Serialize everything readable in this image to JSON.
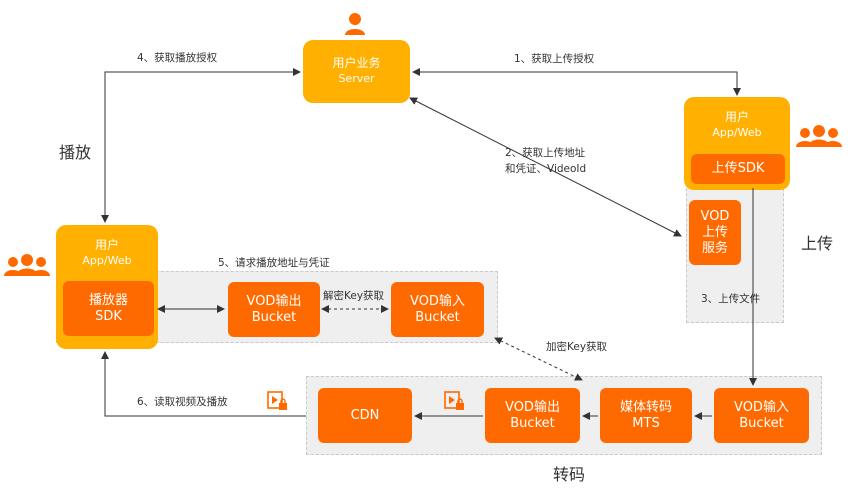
{
  "server": {
    "line1": "用户业务",
    "line2": "Server"
  },
  "client_upload": {
    "line1": "用户",
    "line2": "App/Web",
    "sdk": "上传SDK",
    "service_l1": "VOD",
    "service_l2": "上传",
    "service_l3": "服务"
  },
  "client_play": {
    "line1": "用户",
    "line2": "App/Web",
    "player_l1": "播放器",
    "player_l2": "SDK"
  },
  "play_boxes": {
    "vod_out": {
      "l1": "VOD输出",
      "l2": "Bucket"
    },
    "vod_in": {
      "l1": "VOD输入",
      "l2": "Bucket"
    }
  },
  "transcode_boxes": {
    "cdn": {
      "l1": "CDN"
    },
    "vod_out": {
      "l1": "VOD输出",
      "l2": "Bucket"
    },
    "mts": {
      "l1": "媒体转码",
      "l2": "MTS"
    },
    "vod_in": {
      "l1": "VOD输入",
      "l2": "Bucket"
    }
  },
  "steps": {
    "s1": "1、获取上传授权",
    "s2_l1": "2、获取上传地址",
    "s2_l2": "和凭证、VideoId",
    "s3": "3、上传文件",
    "s4": "4、获取播放授权",
    "s5": "5、请求播放地址与凭证",
    "s6": "6、读取视频及播放",
    "key_decrypt": "解密Key获取",
    "key_encrypt": "加密Key获取"
  },
  "section_labels": {
    "play": "播放",
    "upload": "上传",
    "transcode": "转码"
  },
  "colors": {
    "orange": "#ff6a00",
    "yellow": "#ffb000",
    "gray_region": "#efefef",
    "line": "#333333"
  },
  "icons": [
    "user-icon",
    "user-group-icon",
    "video-lock-icon"
  ]
}
